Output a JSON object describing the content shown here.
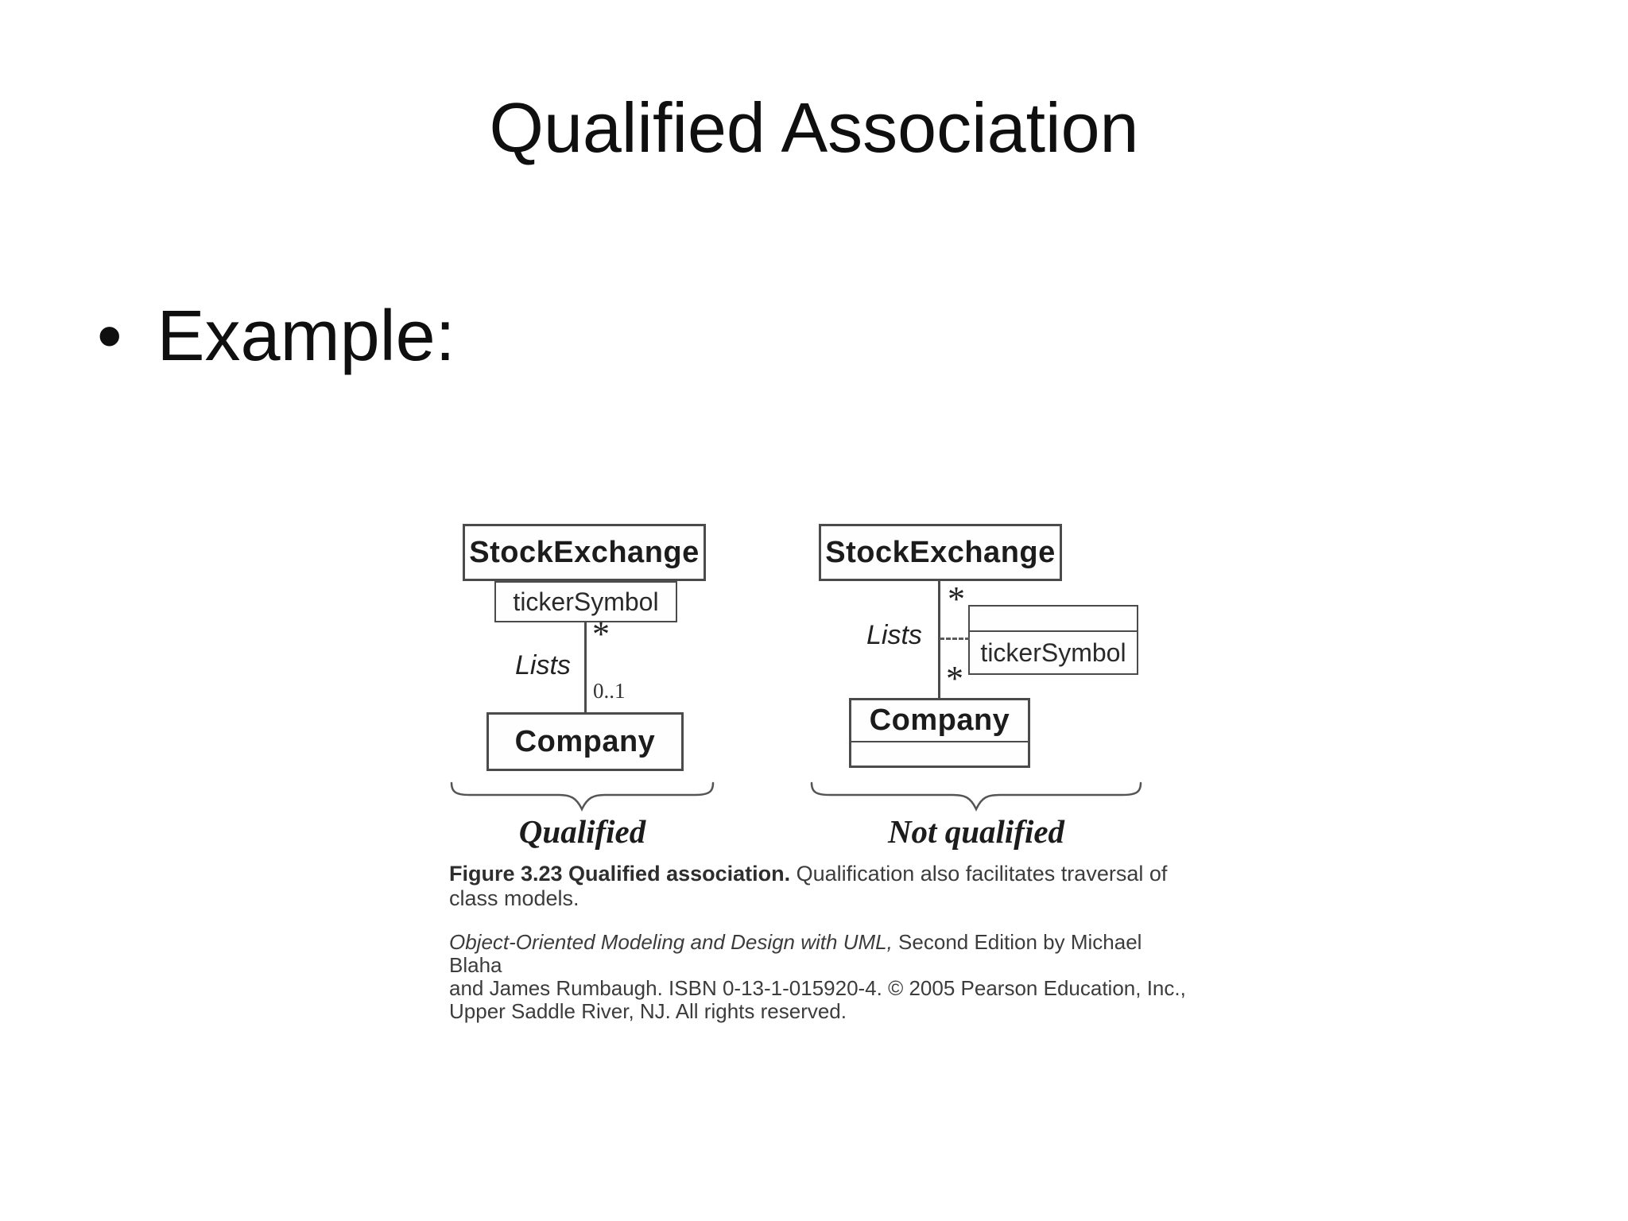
{
  "slide": {
    "title": "Qualified Association",
    "bullet_symbol": "•",
    "bullet_text": "Example:"
  },
  "figure": {
    "qualified": {
      "class_top": "StockExchange",
      "qualifier": "tickerSymbol",
      "mult_near": "*",
      "assoc_name": "Lists",
      "mult_far": "0..1",
      "class_bottom": "Company",
      "brace_label": "Qualified"
    },
    "not_qualified": {
      "class_top": "StockExchange",
      "mult_near": "*",
      "assoc_name": "Lists",
      "attribute": "tickerSymbol",
      "mult_far": "*",
      "class_bottom": "Company",
      "brace_label": "Not qualified"
    },
    "caption": {
      "line1_bold": "Figure 3.23  Qualified association.",
      "line1_rest": " Qualification also facilitates traversal of",
      "line2": "class models."
    },
    "attribution": {
      "line1_italic": "Object-Oriented Modeling and Design with UML,",
      "line1_rest": " Second Edition by Michael Blaha",
      "line2": "and James Rumbaugh. ISBN 0-13-1-015920-4. © 2005 Pearson Education, Inc.,",
      "line3": "Upper Saddle River, NJ. All rights reserved."
    },
    "colors": {
      "background": "#ffffff",
      "ink": "#1c1c1c",
      "stroke": "#4b4b4b"
    }
  }
}
